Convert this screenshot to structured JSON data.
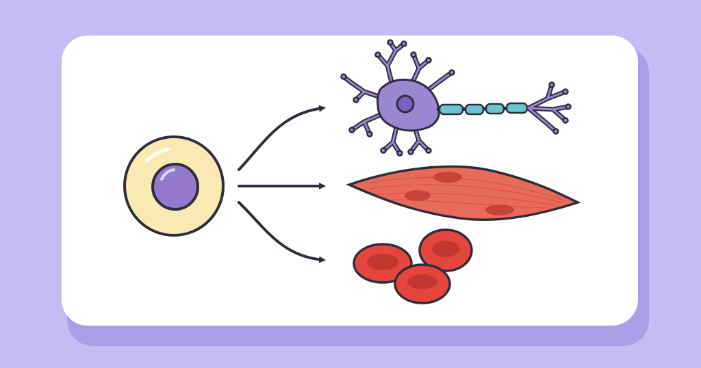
{
  "colors": {
    "background": "#c6bcf4",
    "card": "#ffffff",
    "card_shadow": "#ab9ee8",
    "outline": "#2e2d3a",
    "stem_cytoplasm": "#fbe9b4",
    "stem_nucleus": "#9479cf",
    "neuron_body": "#9b86d2",
    "neuron_nucleus": "#7a5fc0",
    "myelin": "#6cc4cf",
    "muscle": "#e86a5a",
    "muscle_nuclei": "#c6433a",
    "red_blood_cell": "#e4463d",
    "red_blood_cell_center": "#c23730",
    "arrow": "#2e2d3a"
  },
  "diagram": {
    "source": "stem-cell",
    "targets": [
      "neuron",
      "muscle-cell",
      "red-blood-cells"
    ],
    "relation": "differentiates-into"
  }
}
